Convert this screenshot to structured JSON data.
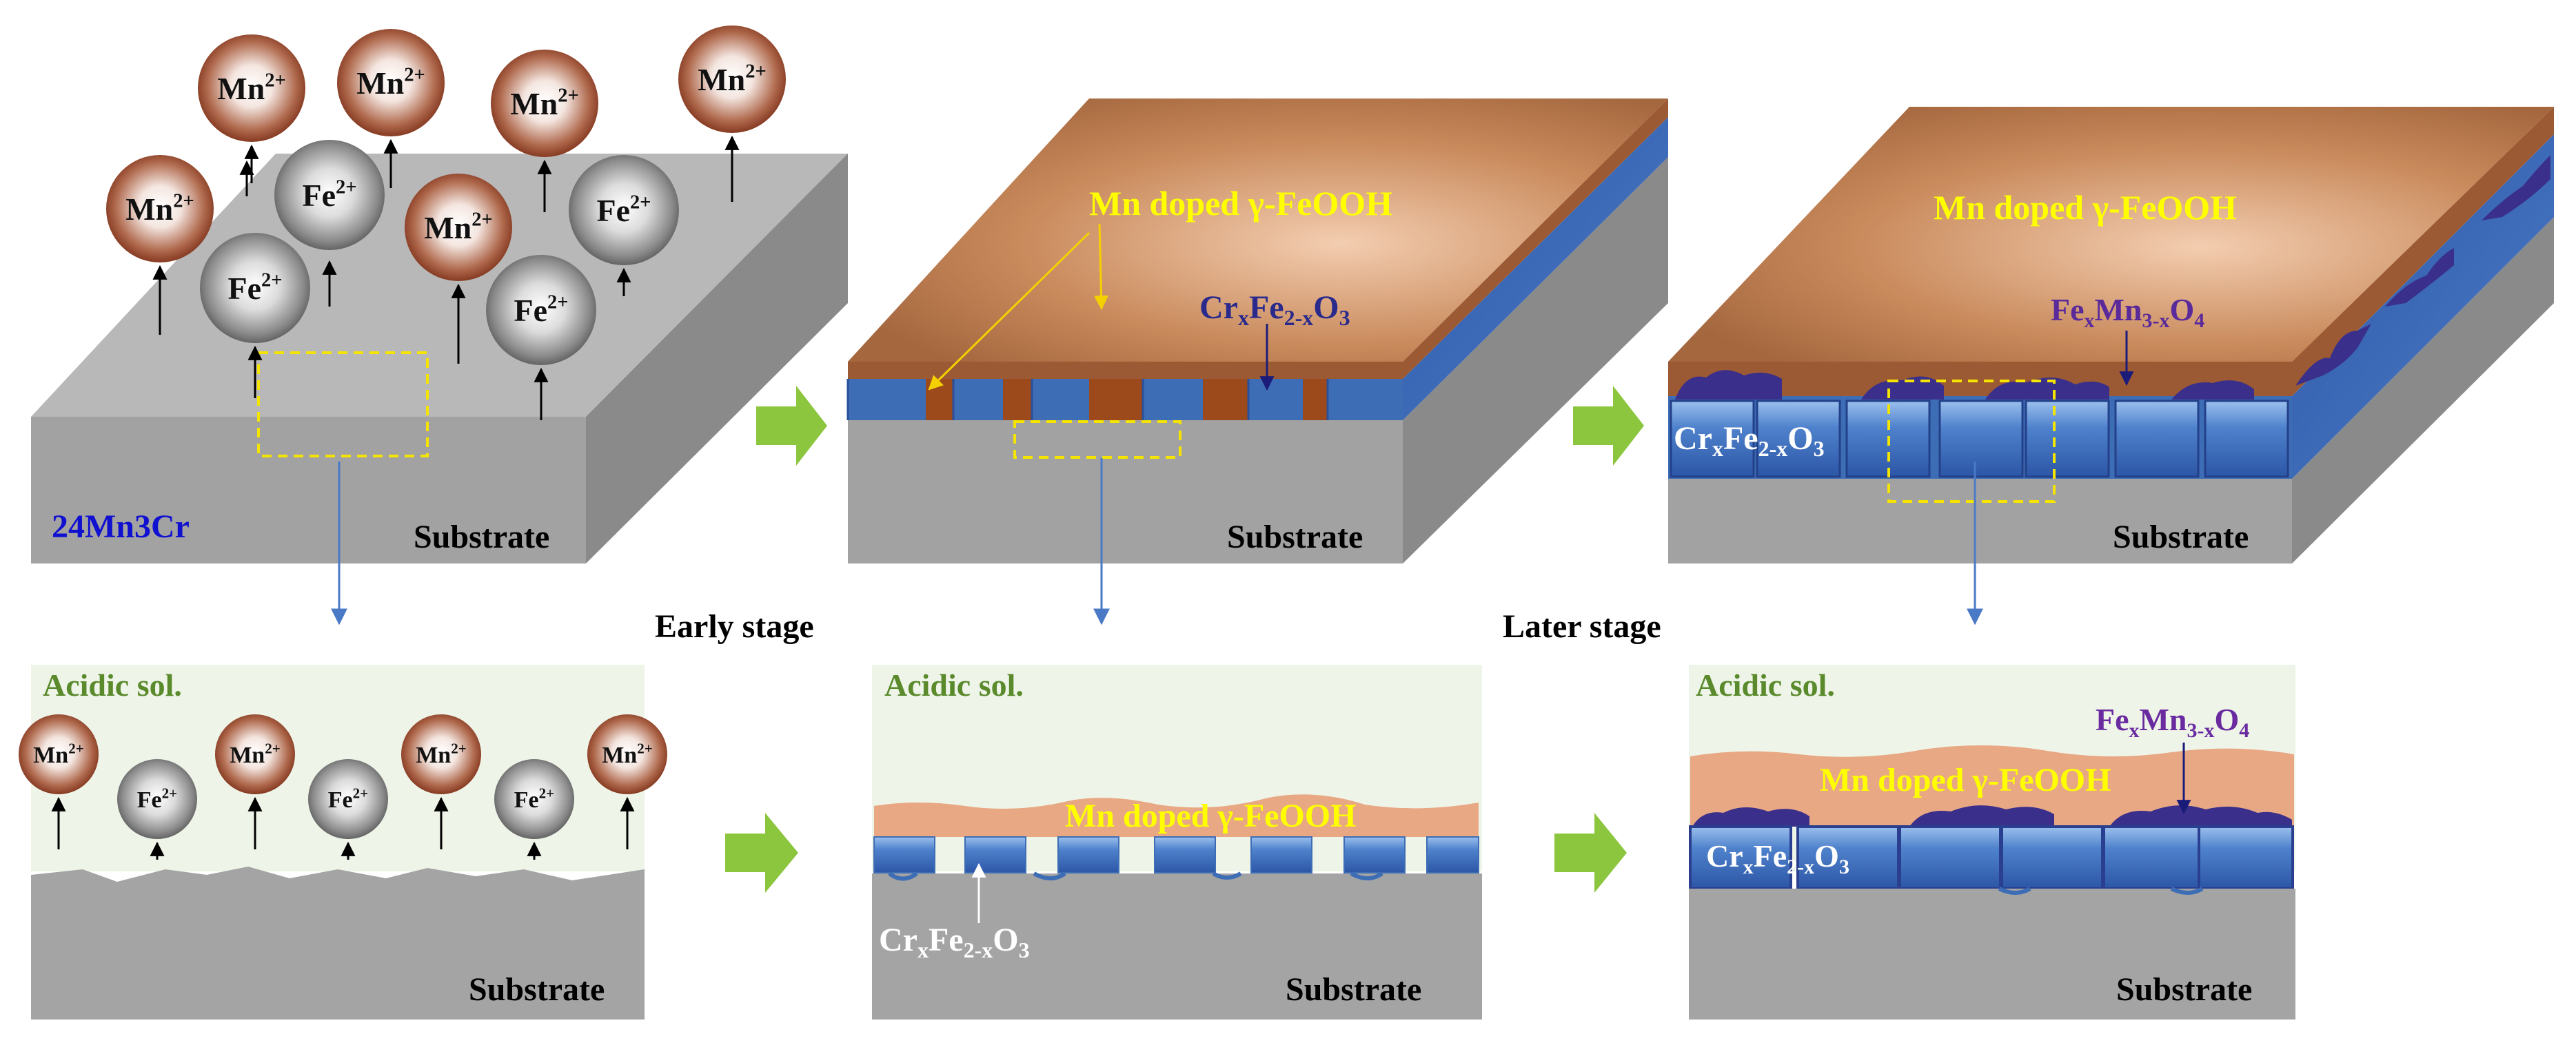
{
  "labels": {
    "mn_ion": "Mn",
    "fe_ion": "Fe",
    "charge": "2+",
    "alloy_name": "24Mn3Cr",
    "substrate": "Substrate",
    "acidic_solution": "Acidic sol.",
    "early_stage": "Early stage",
    "later_stage": "Later stage",
    "mn_doped_feooh": "Mn doped γ-FeOOH",
    "crfe_prefix": "Cr",
    "crfe_sub_x": "x",
    "crfe_fe": "Fe",
    "crfe_sub_2x": "2-x",
    "crfe_o": "O",
    "crfe_sub_3": "3",
    "femn_prefix": "Fe",
    "femn_sub_x": "x",
    "femn_mn": "Mn",
    "femn_sub_3x": "3-x",
    "femn_o": "O",
    "femn_sub_4": "4"
  },
  "colors": {
    "substrate_top": "#b6b6b6",
    "substrate_front": "#9f9f9f",
    "substrate_side": "#888888",
    "solution_bg": "#eef5e8",
    "feooh_top": "#c98a5c",
    "feooh_section": "#e9a884",
    "oxide_blue": "#3d6db5",
    "oxide_dark": "#2a3f8f",
    "spinel_purple": "#3a2f8a",
    "label_yellow": "#ffff00",
    "label_blue": "#1010d0",
    "label_green": "#5a8a2c",
    "label_purple": "#6a2aa0",
    "arrow_green": "#8cc63f",
    "guide_line": "#4a7ac6",
    "mn_ion_color": "#8a3b22",
    "fe_ion_color": "#8e8e8e"
  }
}
